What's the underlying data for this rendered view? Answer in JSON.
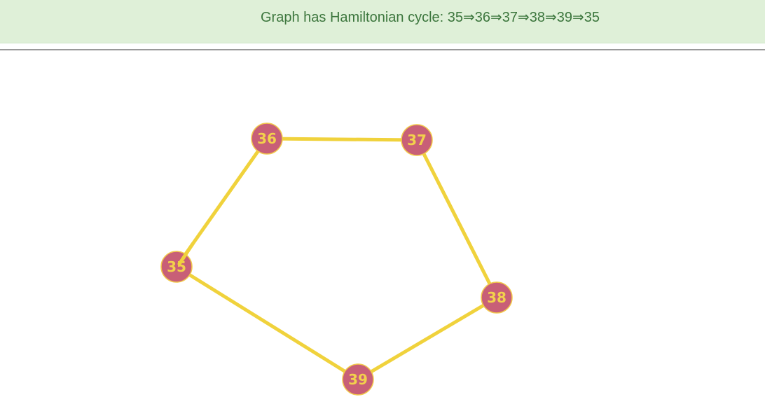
{
  "result": {
    "text": "Graph has Hamiltonian cycle: 35⇒36⇒37⇒38⇒39⇒35"
  },
  "graph": {
    "nodes": [
      {
        "id": "35",
        "label": "35"
      },
      {
        "id": "36",
        "label": "36"
      },
      {
        "id": "37",
        "label": "37"
      },
      {
        "id": "38",
        "label": "38"
      },
      {
        "id": "39",
        "label": "39"
      }
    ],
    "edges": [
      {
        "from": "35",
        "to": "36"
      },
      {
        "from": "36",
        "to": "37"
      },
      {
        "from": "37",
        "to": "38"
      },
      {
        "from": "38",
        "to": "39"
      },
      {
        "from": "39",
        "to": "35"
      }
    ],
    "colors": {
      "node_fill": "#c85f77",
      "node_stroke": "#f2c94c",
      "node_label": "#f2d14c",
      "edge": "#f0d23c"
    }
  }
}
